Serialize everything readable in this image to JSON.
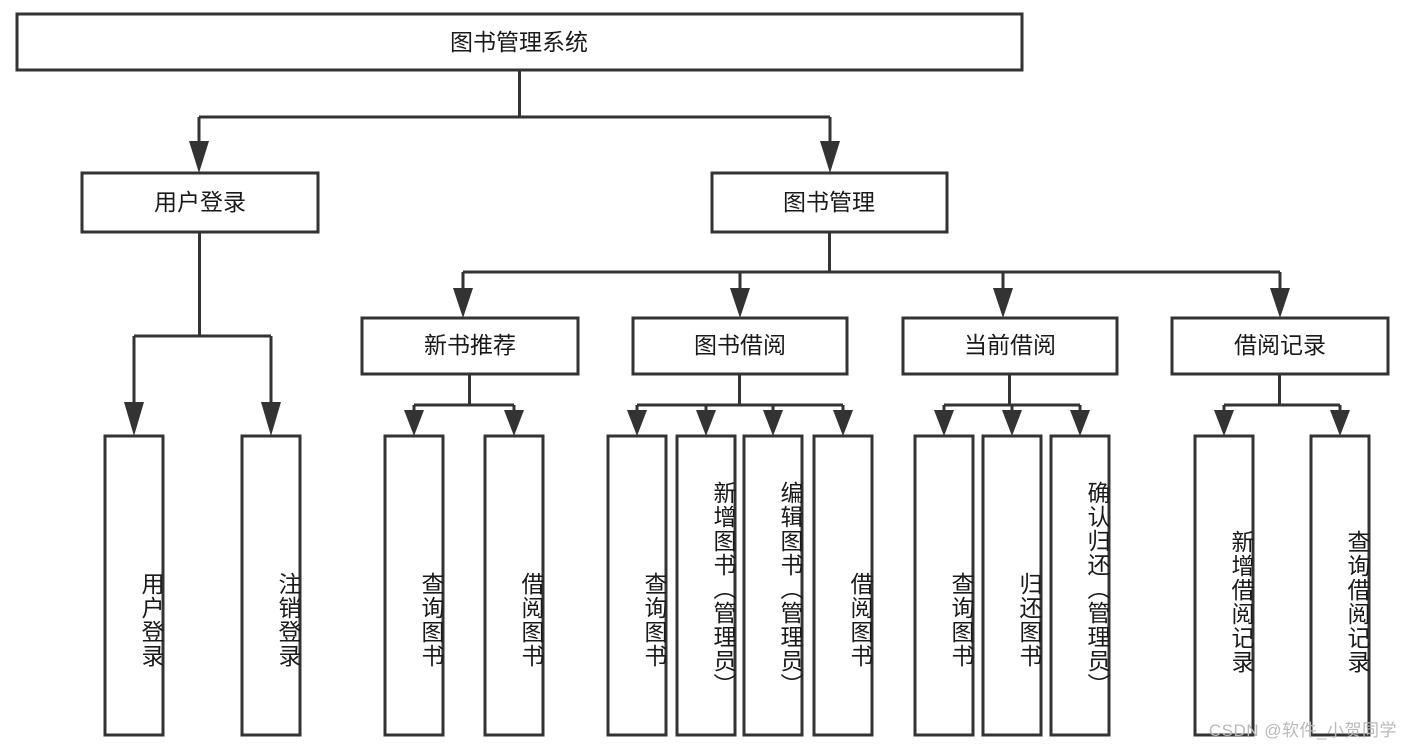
{
  "diagram": {
    "type": "tree-hierarchy",
    "title": "图书管理系统",
    "watermark": "CSDN @软件_小贺同学",
    "colors": {
      "stroke": "#333333",
      "fill": "#ffffff",
      "text": "#1a1a1a",
      "watermark": "#b9b9b9"
    },
    "root": {
      "id": "root",
      "label": "图书管理系统"
    },
    "level2": [
      {
        "id": "user-login",
        "label": "用户登录"
      },
      {
        "id": "book-manage",
        "label": "图书管理"
      }
    ],
    "level3": [
      {
        "id": "new-book-recommend",
        "label": "新书推荐",
        "parent": "book-manage"
      },
      {
        "id": "book-borrow",
        "label": "图书借阅",
        "parent": "book-manage"
      },
      {
        "id": "current-borrow",
        "label": "当前借阅",
        "parent": "book-manage"
      },
      {
        "id": "borrow-record",
        "label": "借阅记录",
        "parent": "book-manage"
      }
    ],
    "leaves": [
      {
        "id": "leaf-user-login",
        "label": "用户登录",
        "parent": "user-login"
      },
      {
        "id": "leaf-logout-login",
        "label": "注销登录",
        "parent": "user-login"
      },
      {
        "id": "leaf-query-book-1",
        "label": "查询图书",
        "parent": "new-book-recommend"
      },
      {
        "id": "leaf-borrow-book-1",
        "label": "借阅图书",
        "parent": "new-book-recommend"
      },
      {
        "id": "leaf-query-book-2",
        "label": "查询图书",
        "parent": "book-borrow"
      },
      {
        "id": "leaf-add-book",
        "label": "新增图书（管理员）",
        "parent": "book-borrow"
      },
      {
        "id": "leaf-edit-book",
        "label": "编辑图书（管理员）",
        "parent": "book-borrow"
      },
      {
        "id": "leaf-borrow-book-2",
        "label": "借阅图书",
        "parent": "book-borrow"
      },
      {
        "id": "leaf-query-book-3",
        "label": "查询图书",
        "parent": "current-borrow"
      },
      {
        "id": "leaf-return-book",
        "label": "归还图书",
        "parent": "current-borrow"
      },
      {
        "id": "leaf-confirm-return",
        "label": "确认归还（管理员）",
        "parent": "current-borrow"
      },
      {
        "id": "leaf-add-record",
        "label": "新增借阅记录",
        "parent": "borrow-record"
      },
      {
        "id": "leaf-query-record",
        "label": "查询借阅记录",
        "parent": "borrow-record"
      }
    ]
  }
}
